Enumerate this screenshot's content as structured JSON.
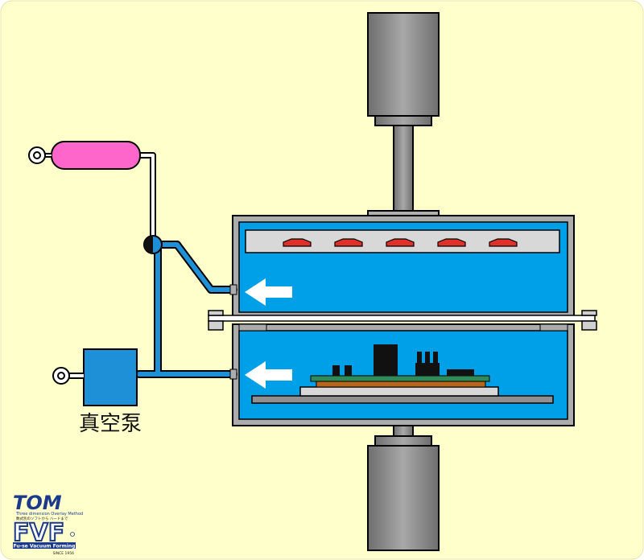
{
  "diagram": {
    "pump_label": "真空泵",
    "colors": {
      "background": "#FFFFCC",
      "chamber_fill": "#00A0E9",
      "pipe": "#1E90D8",
      "tank": "#FF66CC",
      "heater": "#E0302A",
      "steel": "#808080",
      "board": "#2E8B57"
    },
    "arrows": [
      "arrow-right-upper",
      "arrow-right-lower"
    ]
  },
  "logo": {
    "top_text": "TOM",
    "main_text": "FVF",
    "tagline_1": "Three dimension Overlay Method",
    "tagline_2": "数式別のソフトから ハードまで",
    "brand_line": "Fu-se Vacuum Forming",
    "since": "SINCE 1956"
  }
}
